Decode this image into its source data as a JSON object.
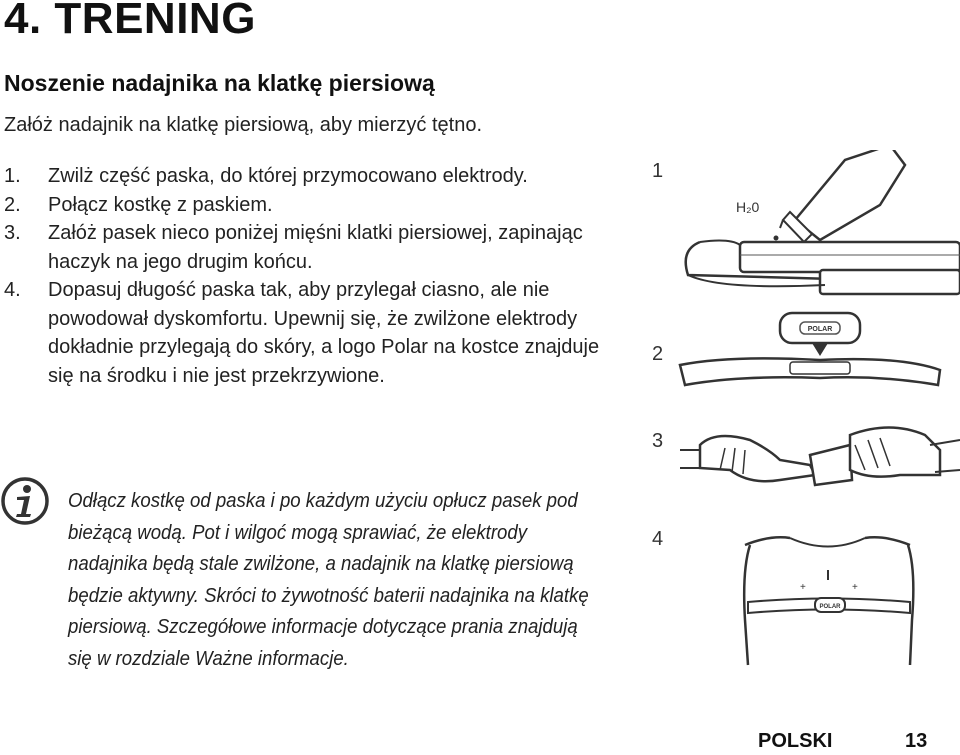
{
  "page": {
    "title": "4. TRENING",
    "subtitle": "Noszenie nadajnika na klatkę piersiową",
    "intro": "Załóż nadajnik na klatkę piersiową, aby mierzyć tętno."
  },
  "steps": [
    {
      "num": "1.",
      "text": "Zwilż część paska, do której przymocowano elektrody."
    },
    {
      "num": "2.",
      "text": "Połącz kostkę z paskiem."
    },
    {
      "num": "3.",
      "text": "Załóż pasek nieco poniżej mięśni klatki piersiowej, zapinając haczyk na jego drugim końcu."
    },
    {
      "num": "4.",
      "text": "Dopasuj długość paska tak, aby przylegał ciasno, ale nie powodował dyskomfortu. Upewnij się, że zwilżone elektrody dokładnie przylegają do skóry, a logo Polar na kostce znajduje się na środku i nie jest przekrzywione."
    }
  ],
  "note": "Odłącz kostkę od paska i po każdym użyciu opłucz pasek pod bieżącą wodą. Pot i wilgoć mogą sprawiać, że elektrody nadajnika będą stale zwilżone, a nadajnik na klatkę piersiową będzie aktywny. Skróci to żywotność baterii nadajnika na klatkę piersiową. Szczegółowe informacje dotyczące prania znajdują się w rozdziale Ważne informacje.",
  "figure": {
    "labels": [
      "1",
      "2",
      "3",
      "4"
    ],
    "h2o": "H₂0",
    "logo": "POLAR",
    "icon": "info-icon"
  },
  "footer": {
    "language": "POLSKI",
    "page_number": "13"
  }
}
